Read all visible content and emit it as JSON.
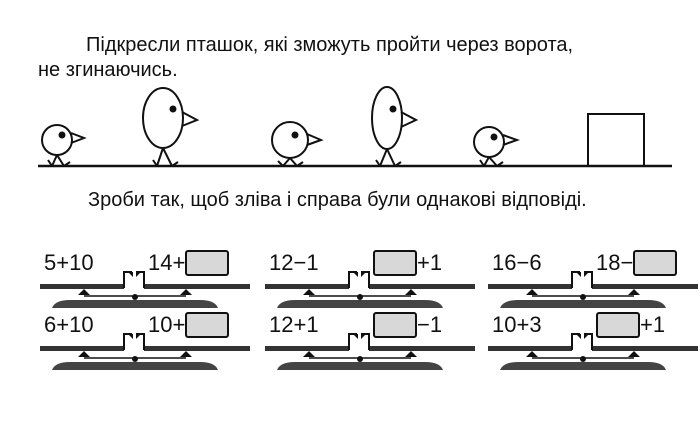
{
  "task1": {
    "line1": "Підкресли пташок, які зможуть пройти через ворота,",
    "line2": "не згинаючись."
  },
  "task2": {
    "instruction": "Зроби так, щоб зліва і справа були однакові відповіді.",
    "scales": [
      {
        "left": "5+10",
        "right_prefix": "14+",
        "right_suffix": ""
      },
      {
        "left": "12−1",
        "right_prefix": "",
        "right_suffix": "+1"
      },
      {
        "left": "16−6",
        "right_prefix": "18−",
        "right_suffix": ""
      },
      {
        "left": "6+10",
        "right_prefix": "10+",
        "right_suffix": ""
      },
      {
        "left": "12+1",
        "right_prefix": "",
        "right_suffix": "−1"
      },
      {
        "left": "10+3",
        "right_prefix": "",
        "right_suffix": "+1"
      }
    ]
  }
}
